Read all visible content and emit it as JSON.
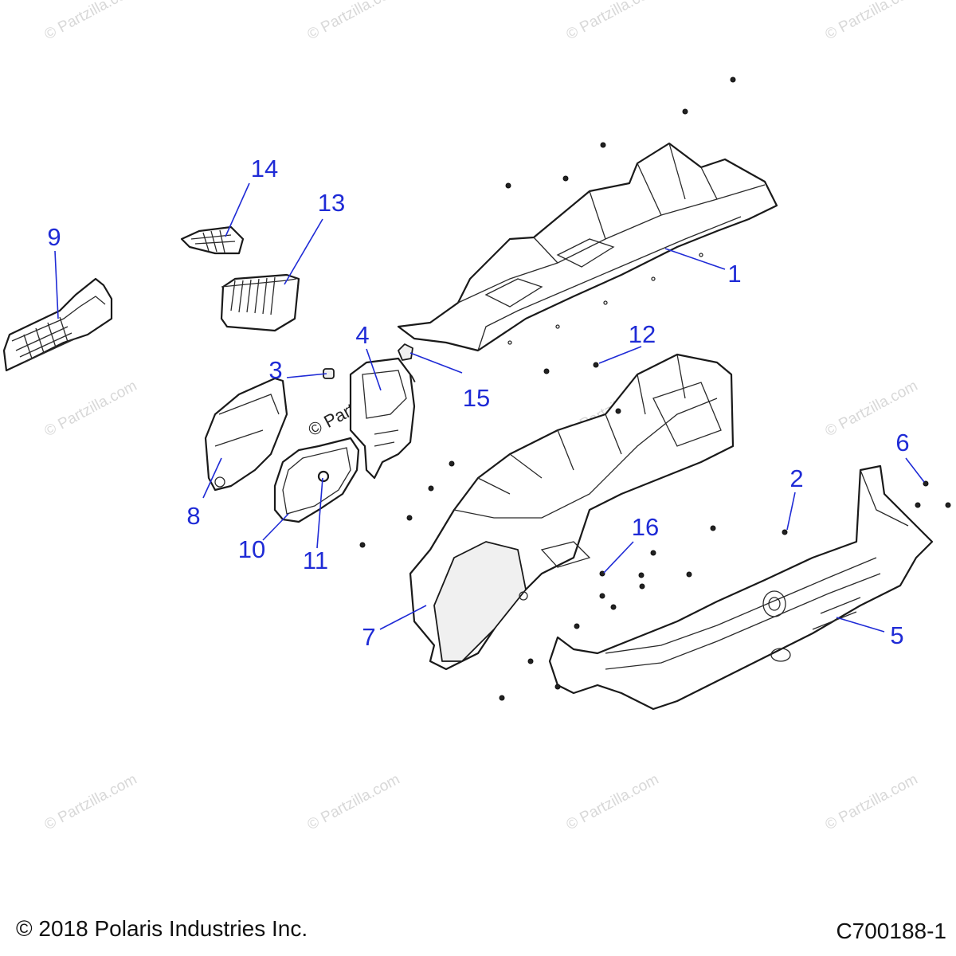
{
  "callouts": [
    {
      "label": "1"
    },
    {
      "label": "2"
    },
    {
      "label": "3"
    },
    {
      "label": "4"
    },
    {
      "label": "5"
    },
    {
      "label": "6"
    },
    {
      "label": "7"
    },
    {
      "label": "8"
    },
    {
      "label": "9"
    },
    {
      "label": "10"
    },
    {
      "label": "11"
    },
    {
      "label": "12"
    },
    {
      "label": "13"
    },
    {
      "label": "14"
    },
    {
      "label": "15"
    },
    {
      "label": "16"
    }
  ],
  "footer": {
    "copyright": "© 2018 Polaris Industries Inc.",
    "diagram_id": "C700188-1"
  },
  "watermark": {
    "text": "© Partzilla.com"
  },
  "colors": {
    "callout": "#1f2bd6",
    "line": "#1a1a1a",
    "watermark": "#d8d8d8"
  }
}
